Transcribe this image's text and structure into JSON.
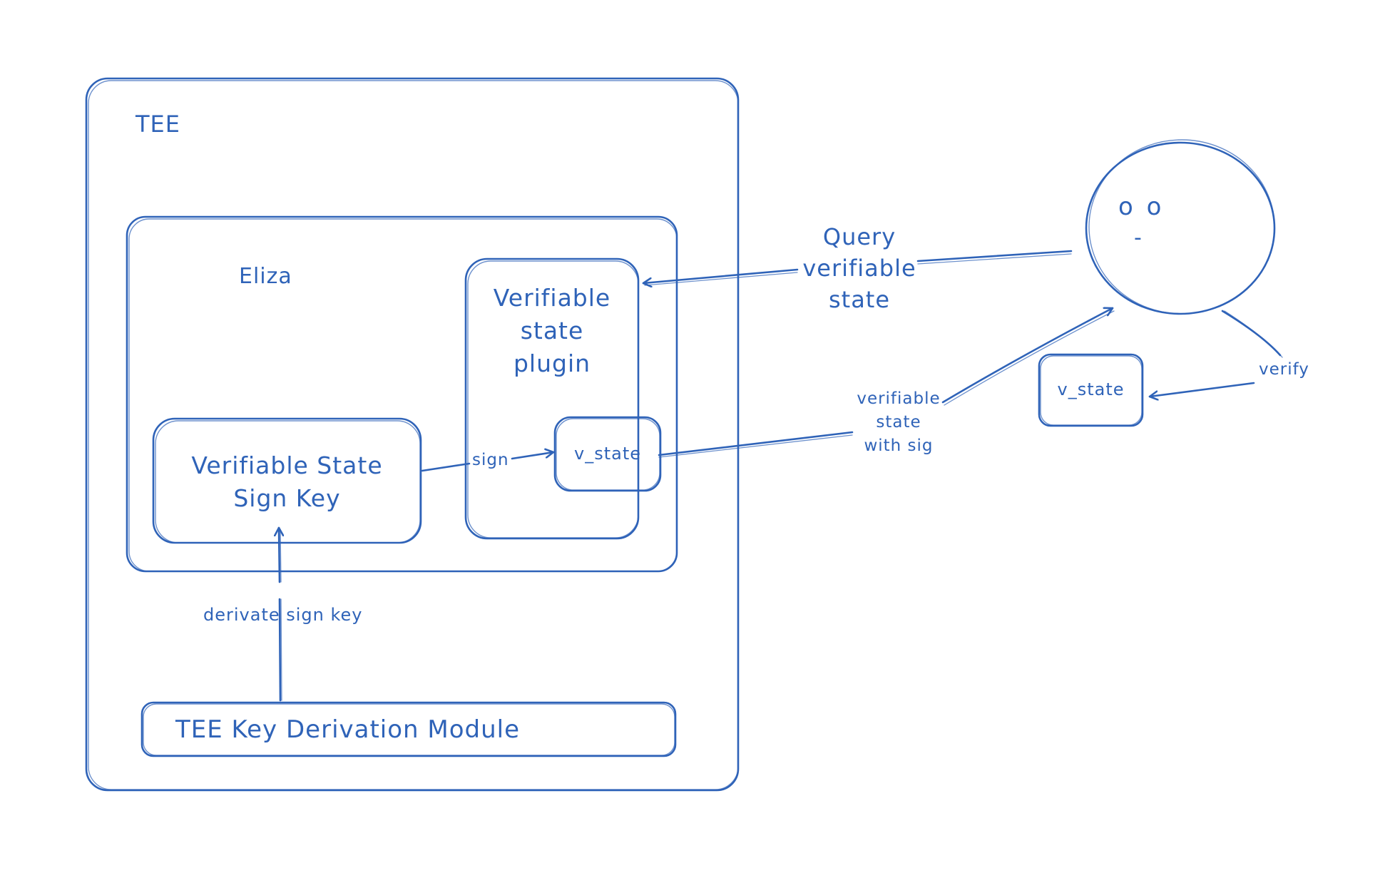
{
  "diagram": {
    "stroke_color": "#2f63b8",
    "tee_box": {
      "label": "TEE"
    },
    "eliza_box": {
      "label": "Eliza"
    },
    "plugin_box": {
      "label_lines": [
        "Verifiable",
        "state",
        "plugin"
      ]
    },
    "sign_key_box": {
      "label_lines": [
        "Verifiable State",
        "Sign Key"
      ]
    },
    "v_state_inner": {
      "label": "v_state"
    },
    "key_derivation_box": {
      "label": "TEE Key Derivation Module"
    },
    "user": {
      "eyes": "o o",
      "mouth": "-"
    },
    "v_state_outer": {
      "label": "v_state"
    },
    "edges": {
      "sign": "sign",
      "derivate": "derivate sign key",
      "query_lines": [
        "Query",
        "verifiable",
        "state"
      ],
      "return_lines": [
        "verifiable",
        "state",
        "with sig"
      ],
      "verify": "verify"
    }
  }
}
